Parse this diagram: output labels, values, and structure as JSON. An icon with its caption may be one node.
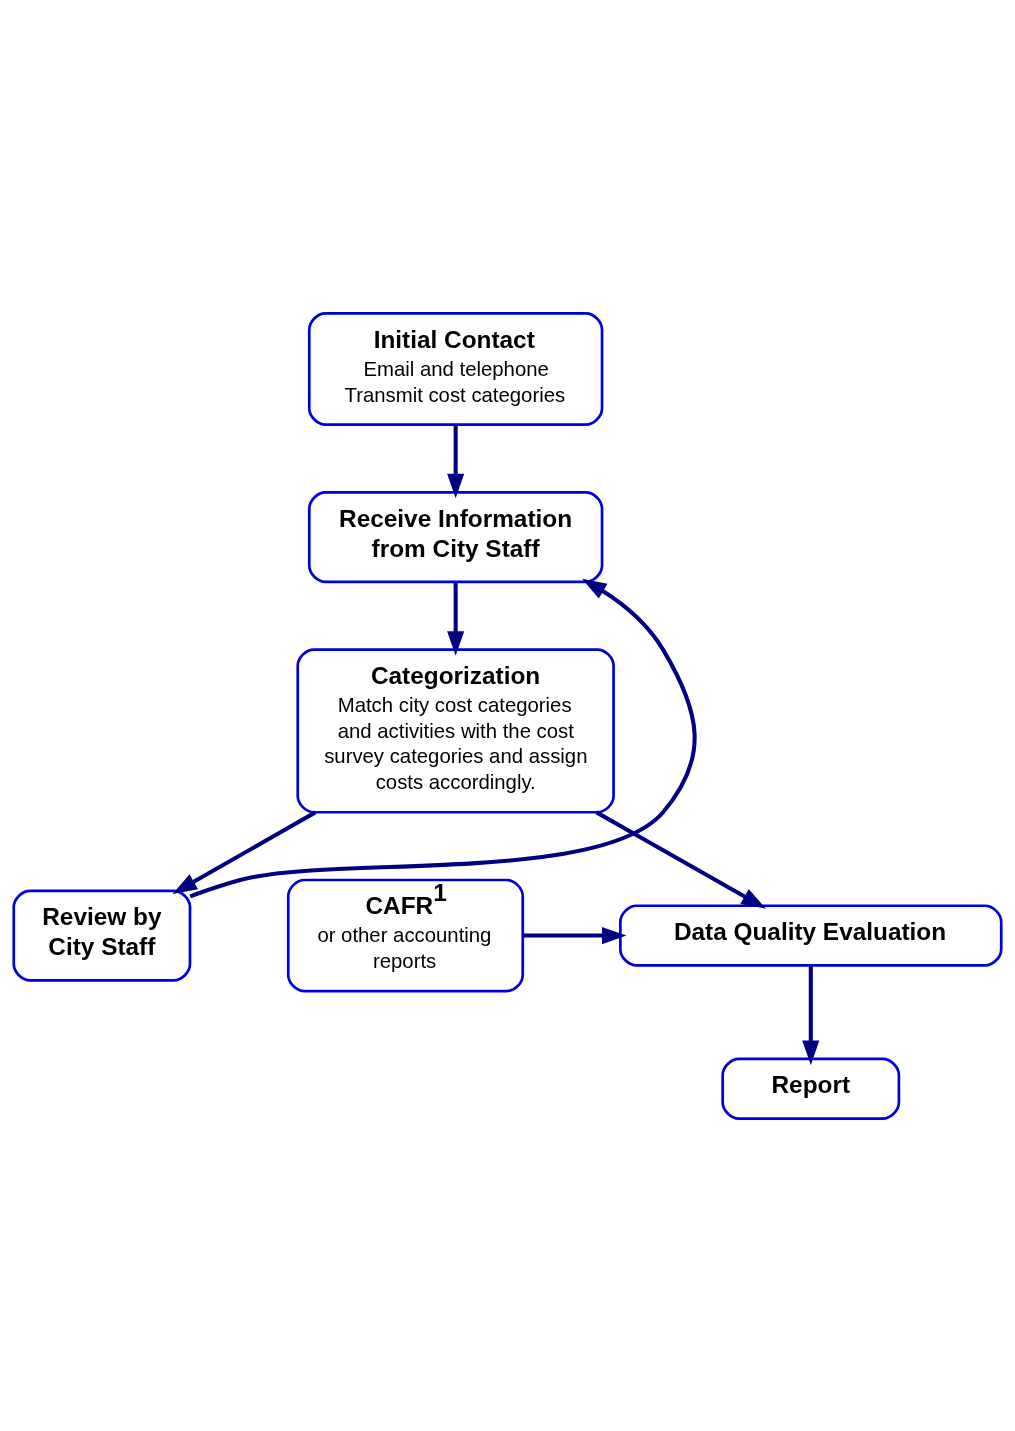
{
  "diagram": {
    "nodes": [
      {
        "text": [
          "Initial Contact",
          "Email and telephone",
          "Transmit cost categories"
        ]
      },
      {
        "text": [
          "Receive Information from City Staff"
        ]
      },
      {
        "text": [
          "Review by City Staff"
        ]
      },
      {
        "text": [
          "Categorization",
          "Match city cost categories and activities with the cost survey categories and assign costs accordingly."
        ]
      },
      {
        "text": [
          "Data Quality Evaluation"
        ]
      },
      {
        "text": [
          "CAFR$^{1}$",
          "or other accounting reports"
        ]
      },
      {
        "text": [
          "Report"
        ]
      }
    ],
    "edges": [
      {
        "from": 0,
        "to": 1,
        "arrow": "to"
      },
      {
        "from": 1,
        "to": 3,
        "arrow": "to"
      },
      {
        "from": 3,
        "to": 2,
        "arrow": "to"
      },
      {
        "from": 2,
        "to": 1,
        "arrow": "to"
      },
      {
        "from": 3,
        "to": 4,
        "arrow": "to"
      },
      {
        "from": 5,
        "to": 4,
        "arrow": "to"
      },
      {
        "from": 4,
        "to": 6,
        "arrow": "to"
      }
    ]
  }
}
